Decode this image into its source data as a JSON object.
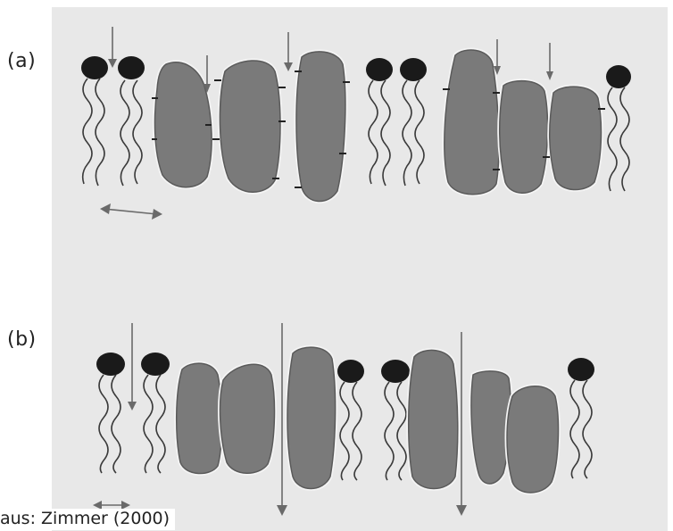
{
  "labels": {
    "panel_a": "(a)",
    "panel_b": "(b)"
  },
  "caption": "aus: Zimmer (2000)"
}
